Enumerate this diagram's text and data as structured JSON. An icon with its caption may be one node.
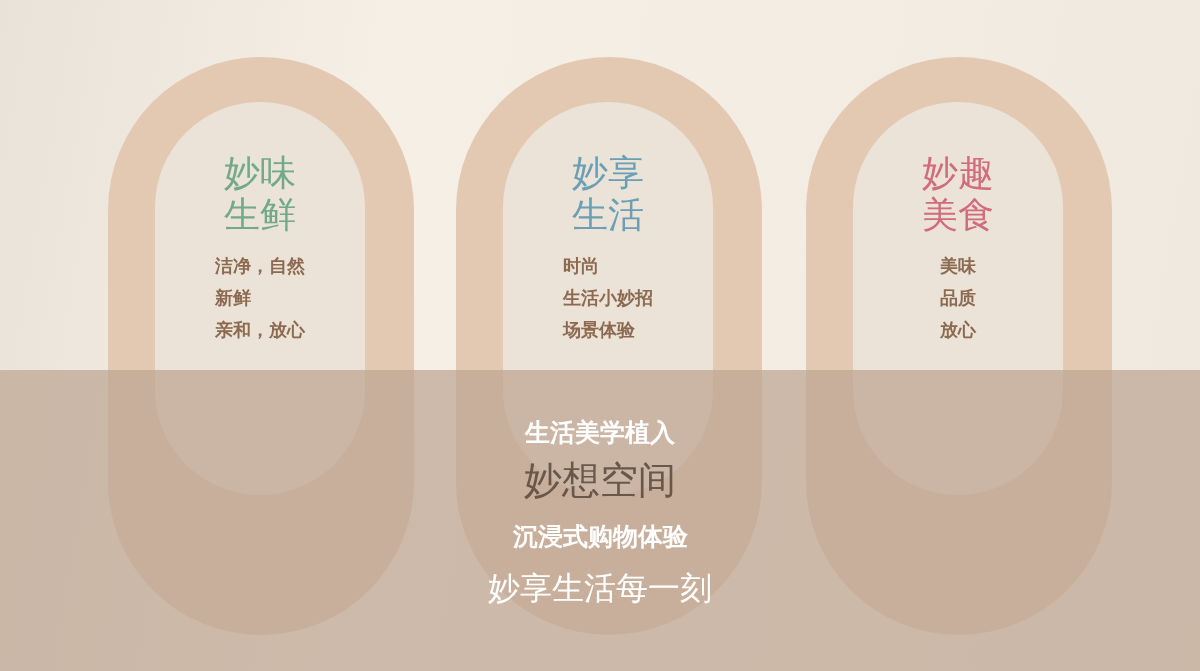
{
  "diagram": {
    "nodes": [
      {
        "text": [
          "妙味生鲜",
          "洁净，自然",
          "新鲜",
          "亲和，放心"
        ]
      },
      {
        "text": [
          "妙享生活",
          "时尚",
          "生活小妙招",
          "场景体验"
        ]
      },
      {
        "text": [
          "妙趣美食",
          "美味",
          "品质",
          "放心"
        ]
      }
    ],
    "labels": [
      "生活美学植入",
      "妙想空间",
      "沉浸式购物体验",
      "妙享生活每一刻"
    ]
  }
}
